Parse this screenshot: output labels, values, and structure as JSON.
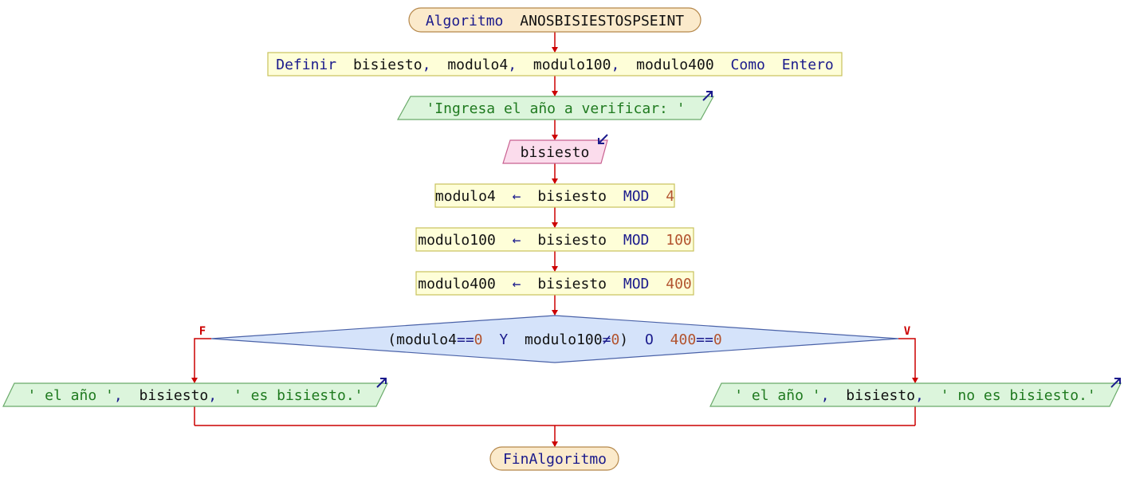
{
  "diagram": {
    "start": {
      "kw": "Algoritmo",
      "name": "ANOSBISIESTOSPSEINT"
    },
    "define": {
      "kw1": "Definir",
      "var1": "bisiesto",
      "c1": ",",
      "var2": "modulo4",
      "c2": ",",
      "var3": "modulo100",
      "c3": ",",
      "var4": "modulo400",
      "kw2": "Como",
      "type": "Entero"
    },
    "prompt": {
      "str": "'Ingresa el año a verificar: '"
    },
    "read": {
      "var": "bisiesto"
    },
    "assign1": {
      "target": "modulo4",
      "arrow": "←",
      "src": "bisiesto",
      "op": "MOD",
      "num": "4"
    },
    "assign2": {
      "target": "modulo100",
      "arrow": "←",
      "src": "bisiesto",
      "op": "MOD",
      "num": "100"
    },
    "assign3": {
      "target": "modulo400",
      "arrow": "←",
      "src": "bisiesto",
      "op": "MOD",
      "num": "400"
    },
    "decision": {
      "p1": "(modulo4",
      "eq1": "==",
      "n1": "0",
      "y": "Y",
      "p2": "modulo100",
      "neq": "≠",
      "n2": "0",
      "p3": ")",
      "o": "O",
      "n3": "400",
      "eq2": "==",
      "n4": "0",
      "false_label": "F",
      "true_label": "V"
    },
    "out_false": {
      "s1": "' el año '",
      "c1": ",",
      "var": "bisiesto",
      "c2": ",",
      "s2": "' es bisiesto.'"
    },
    "out_true": {
      "s1": "' el año '",
      "c1": ",",
      "var": "bisiesto",
      "c2": ",",
      "s2": "' no es bisiesto.'"
    },
    "end": {
      "kw": "FinAlgoritmo"
    }
  },
  "colors": {
    "terminal_fill": "#fbeacb",
    "terminal_stroke": "#b5874a",
    "process_fill": "#fefed8",
    "process_stroke": "#c8c25c",
    "output_fill": "#dcf5dc",
    "output_stroke": "#6aaa6a",
    "input_fill": "#fbdcec",
    "input_stroke": "#c86090",
    "decision_fill": "#d5e3fa",
    "decision_stroke": "#4a62a8",
    "edge": "#cc0000",
    "keyword": "#1a1a8c",
    "string": "#1f7a1f",
    "number": "#b2532e"
  }
}
